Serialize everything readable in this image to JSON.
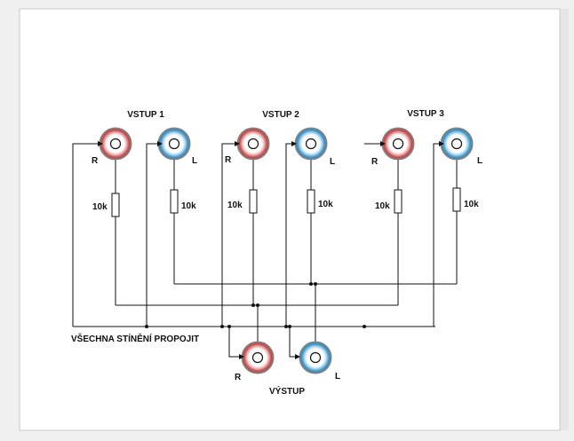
{
  "inputs": [
    {
      "title": "VSTUP 1",
      "right_label": "R",
      "left_label": "L",
      "resistor_r": "10k",
      "resistor_l": "10k"
    },
    {
      "title": "VSTUP 2",
      "right_label": "R",
      "left_label": "L",
      "resistor_r": "10k",
      "resistor_l": "10k"
    },
    {
      "title": "VSTUP 3",
      "right_label": "R",
      "left_label": "L",
      "resistor_r": "10k",
      "resistor_l": "10k"
    }
  ],
  "shield_note": "VŠECHNA STÍNĚNÍ PROPOJIT",
  "output": {
    "title": "VÝSTUP",
    "right_label": "R",
    "left_label": "L"
  },
  "colors": {
    "right_ring": "#d06060",
    "left_ring": "#4aa0d0",
    "wire": "#111111",
    "paper": "#ffffff"
  }
}
